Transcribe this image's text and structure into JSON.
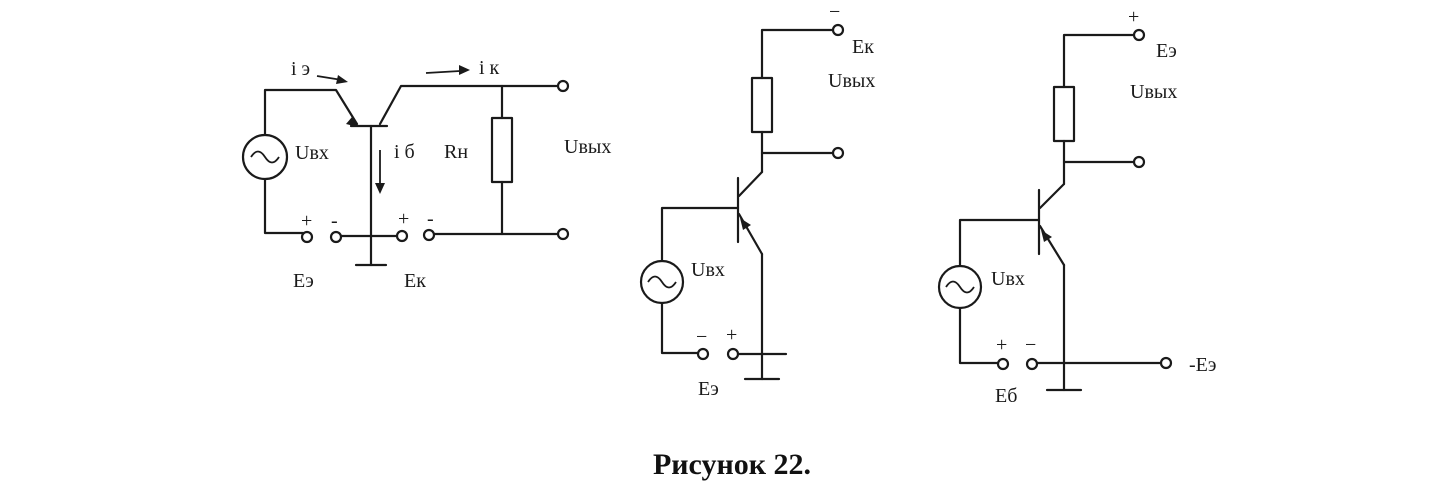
{
  "caption": "Рисунок 22.",
  "circuit_a": {
    "ie": "i э",
    "ik": "i к",
    "ib": "i б",
    "uvx": "Uвх",
    "rn": "Rн",
    "uvyx": "Uвых",
    "ee": "Eэ",
    "ek": "Eк",
    "plus": "+",
    "minus": "-"
  },
  "circuit_b": {
    "minus_top": "−",
    "ek": "Eк",
    "uvyx": "Uвых",
    "uvx": "Uвх",
    "minus": "−",
    "plus": "+",
    "ee": "Eэ"
  },
  "circuit_c": {
    "plus_top": "+",
    "ee_top": "Eэ",
    "uvyx": "Uвых",
    "uvx": "Uвх",
    "plus": "+",
    "minus": "−",
    "eb": "Eб",
    "neg_ee": "-Eэ"
  }
}
